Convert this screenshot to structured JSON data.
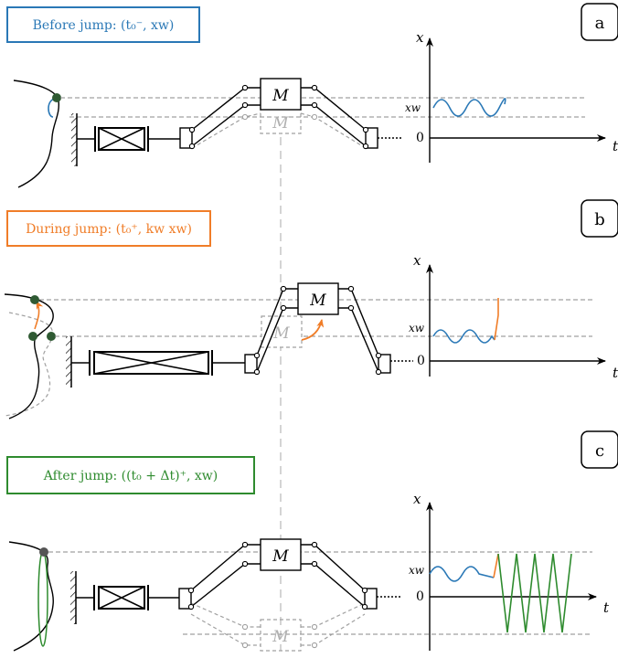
{
  "colors": {
    "blue": "#2a78b6",
    "orange": "#f07d28",
    "green": "#2e8b2e",
    "dark_node": "#2f5a33",
    "grey": "#9a9a9a",
    "black": "#000000"
  },
  "panels": [
    {
      "id": "a",
      "letter": "a",
      "label": "Before jump: (t₀⁻, xw)",
      "label_color": "#2a78b6",
      "axis_y": "x",
      "axis_x": "t",
      "level_label": "xw",
      "zero_label": "0",
      "mass": "M",
      "ghost_mass": "M"
    },
    {
      "id": "b",
      "letter": "b",
      "label": "During jump: (t₀⁺, kw xw)",
      "label_color": "#f07d28",
      "axis_y": "x",
      "axis_x": "t",
      "level_label": "xw",
      "zero_label": "0",
      "mass": "M",
      "ghost_mass": "M"
    },
    {
      "id": "c",
      "letter": "c",
      "label": "After jump: ((t₀ + Δt)⁺, xw)",
      "label_color": "#2e8b2e",
      "axis_y": "x",
      "axis_x": "t",
      "level_label": "xw",
      "zero_label": "0",
      "mass": "M",
      "ghost_mass": "M"
    }
  ]
}
